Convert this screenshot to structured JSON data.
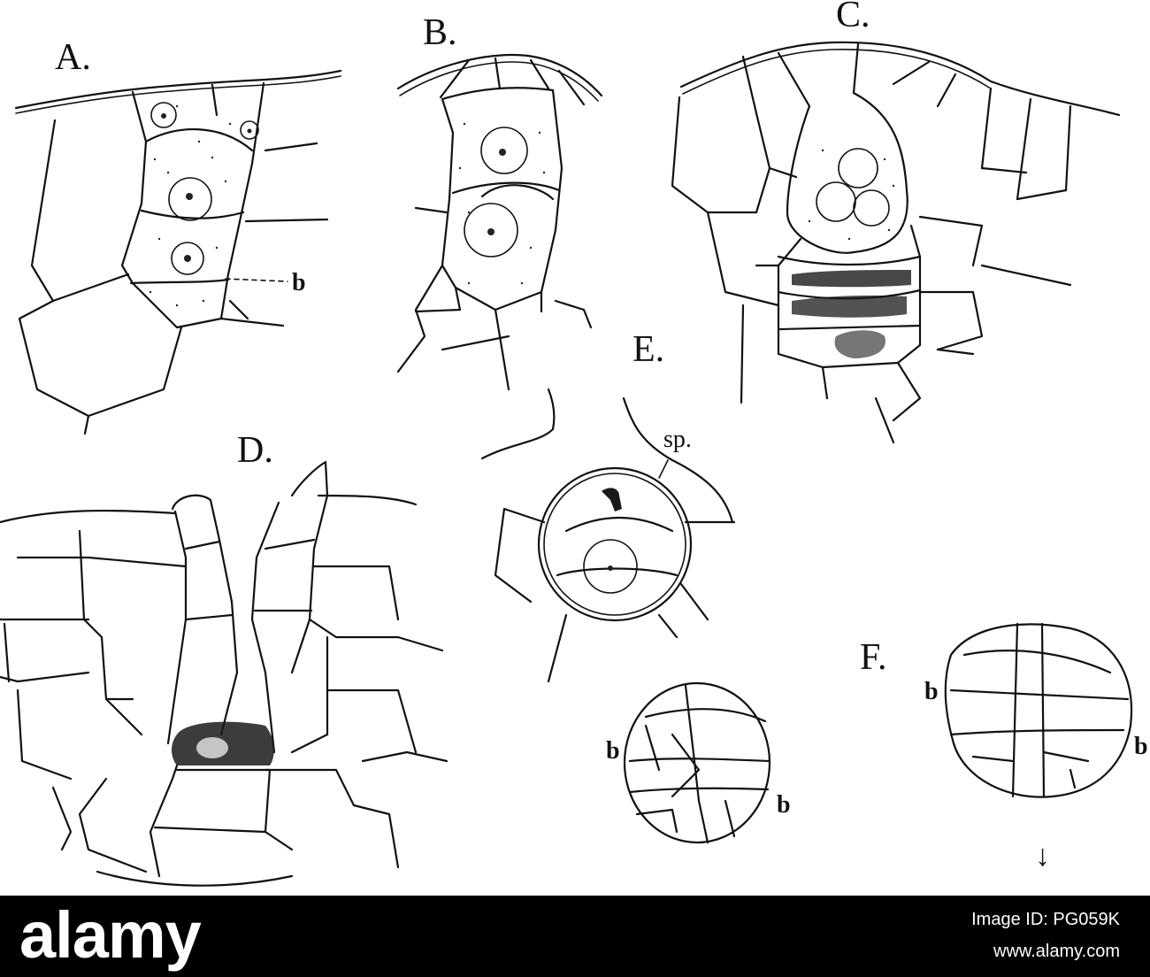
{
  "figure": {
    "panels": {
      "a": {
        "label": "A."
      },
      "b": {
        "label": "B."
      },
      "c": {
        "label": "C."
      },
      "d": {
        "label": "D."
      },
      "e": {
        "label": "E."
      },
      "f": {
        "label": "F."
      }
    },
    "annotations": {
      "a_b": "b",
      "e_sp": "sp.",
      "f1_left_b": "b",
      "f1_right_b": "b",
      "f2_left_b": "b",
      "f2_right_b": "b",
      "f_arrow": "↓"
    }
  },
  "watermark": {
    "brand": "alamy",
    "image_id": "Image ID: PG059K",
    "url": "www.alamy.com"
  },
  "colors": {
    "ink": "#111111",
    "paper": "#ffffff",
    "footer_bg": "#000000",
    "footer_text": "#ffffff"
  }
}
